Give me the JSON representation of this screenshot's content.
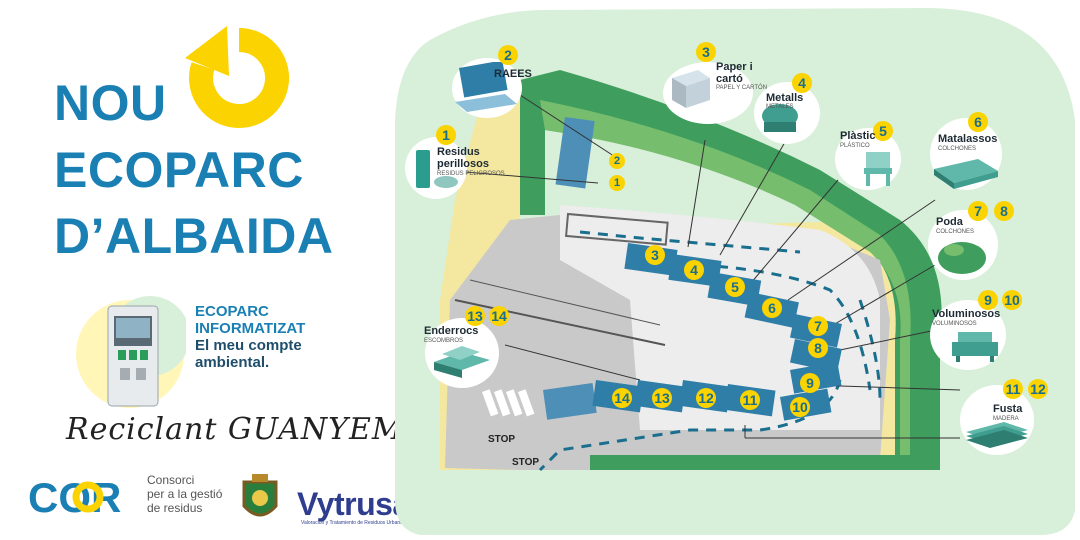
{
  "title": {
    "line1": "NOU",
    "line2": "ECOPARC",
    "line3": "D’ALBAIDA"
  },
  "kiosk": {
    "title1": "ECOPARC",
    "title2": "INFORMATIZAT",
    "sub1": "El meu compte",
    "sub2": "ambiental."
  },
  "slogan": "Reciclant GUANYEM",
  "footer": {
    "cor_logo": "COR",
    "cor_sub": [
      "Consorci",
      "per a la gestió",
      "de residus"
    ],
    "vytrusa": "Vytrusa",
    "vytrusa_sub": "Valoración y Tratamiento de Residuos Urbanos, S.A."
  },
  "stations": [
    {
      "num": "1",
      "name": "Residus perillosos",
      "name_lines": [
        "Residus",
        "perillosos"
      ],
      "sub": "RESIDUS PELIGROSOS"
    },
    {
      "num": "2",
      "name": "RAEES",
      "name_lines": [
        "RAEES"
      ],
      "sub": ""
    },
    {
      "num": "3",
      "name": "Paper i cartó",
      "name_lines": [
        "Paper i",
        "cartó"
      ],
      "sub": "PAPEL Y CARTÓN"
    },
    {
      "num": "4",
      "name": "Metalls",
      "name_lines": [
        "Metalls"
      ],
      "sub": "METALES"
    },
    {
      "num": "5",
      "name": "Plàstic",
      "name_lines": [
        "Plàstic"
      ],
      "sub": "PLÁSTICO"
    },
    {
      "num": "6",
      "name": "Matalassos",
      "name_lines": [
        "Matalassos"
      ],
      "sub": "COLCHONES"
    },
    {
      "num": "7 8",
      "name": "Poda",
      "name_lines": [
        "Poda"
      ],
      "sub": "COLCHONES"
    },
    {
      "num": "9 10",
      "name": "Voluminosos",
      "name_lines": [
        "Voluminosos"
      ],
      "sub": "VOLUMINOSOS"
    },
    {
      "num": "11 12",
      "name": "Fusta",
      "name_lines": [
        "Fusta"
      ],
      "sub": "MADERA"
    },
    {
      "num": "13 14",
      "name": "Enderrocs",
      "name_lines": [
        "Enderrocs"
      ],
      "sub": "ESCOMBROS"
    }
  ],
  "badges": {
    "b1": "1",
    "b2": "2",
    "b3": "3",
    "b4": "4",
    "b5": "5",
    "b6": "6",
    "b7": "7",
    "b8": "8",
    "b9": "9",
    "b10": "10",
    "b11": "11",
    "b12": "12",
    "b13": "13",
    "b14": "14"
  },
  "stop_labels": [
    "STOP",
    "STOP"
  ],
  "colors": {
    "blue": "#1a7fb3",
    "yellow": "#fbd300",
    "green_light": "#d8efd9",
    "green_dark": "#3f9e5e",
    "asphalt": "#c9c9c9",
    "container": "#2e7ea8"
  }
}
